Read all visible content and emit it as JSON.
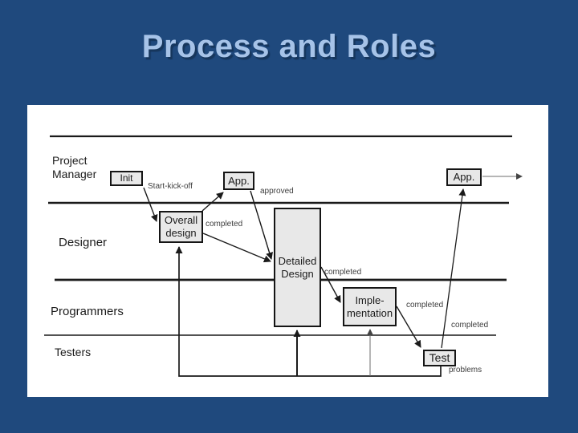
{
  "title": "Process and Roles",
  "colors": {
    "background": "#1F497D",
    "panel": "#FFFFFF",
    "title_text": "#A6C3E8",
    "title_shadow": "#16365C",
    "box_fill": "#E8E8E8",
    "box_border": "#151515",
    "line": "#1A1A1A",
    "thin_line": "#6E6E6E",
    "label_text": "#1B1B1B",
    "annotation_text": "#3D3D3D"
  },
  "lanes": [
    {
      "id": "project-manager",
      "label": "Project Manager"
    },
    {
      "id": "designer",
      "label": "Designer"
    },
    {
      "id": "programmers",
      "label": "Programmers"
    },
    {
      "id": "testers",
      "label": "Testers"
    }
  ],
  "boxes": [
    {
      "id": "init",
      "label": "Init"
    },
    {
      "id": "app-1",
      "label": "App."
    },
    {
      "id": "overall-design",
      "label": "Overall design"
    },
    {
      "id": "detailed-design",
      "label": "Detailed Design"
    },
    {
      "id": "implementation",
      "label": "Imple-mentation"
    },
    {
      "id": "test",
      "label": "Test"
    },
    {
      "id": "app-2",
      "label": "App."
    }
  ],
  "edges": [
    {
      "id": "init-to-overall-design",
      "label": "Start-kick-off"
    },
    {
      "id": "overall-design-to-app",
      "label": "completed"
    },
    {
      "id": "app-to-detailed-design",
      "label": "approved"
    },
    {
      "id": "overall-design-to-detailed-design",
      "label": ""
    },
    {
      "id": "detailed-design-to-implementation",
      "label": "completed"
    },
    {
      "id": "implementation-to-test",
      "label": "completed"
    },
    {
      "id": "test-to-app",
      "label": "completed"
    },
    {
      "id": "app-out",
      "label": ""
    },
    {
      "id": "test-problems-feedback",
      "label": "problems"
    }
  ]
}
